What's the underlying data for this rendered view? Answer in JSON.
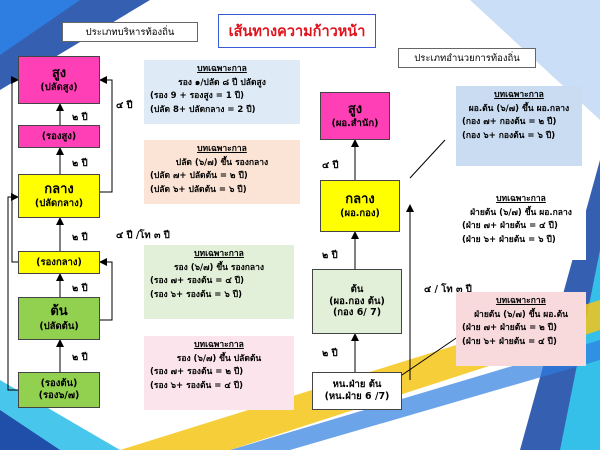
{
  "title": "เส้นทางความก้าวหน้า",
  "lanes": {
    "left": "ประเภทบริหารท้องถิ่น",
    "right": "ประเภทอำนวยการท้องถิ่น"
  },
  "left_ranks": {
    "high": {
      "main": "สูง",
      "sub": "(ปลัดสูง)"
    },
    "deputy_high": {
      "main": "(รองสูง)"
    },
    "mid": {
      "main": "กลาง",
      "sub": "(ปลัดกลาง)"
    },
    "deputy_mid": {
      "main": "(รองกลาง)"
    },
    "start": {
      "main": "ต้น",
      "sub": "(ปลัดต้น)"
    },
    "deputy_start": {
      "main": "(รองต้น)",
      "sub": "(รอง๖/๗)"
    }
  },
  "right_ranks": {
    "high": {
      "main": "สูง",
      "sub": "(ผอ.สำนัก)"
    },
    "mid": {
      "main": "กลาง",
      "sub": "(ผอ.กอง)"
    },
    "start": {
      "main": "ต้น",
      "sub": "(ผอ.กอง ต้น)",
      "sub2": "(กอง 6/ 7)"
    },
    "section": {
      "main": "หน.ฝ่าย ต้น",
      "sub": "(หน.ฝ่าย 6 /7)"
    }
  },
  "left_year_labels": {
    "y1": "๒ ปี",
    "y2": "๒ ปี",
    "y3": "๒ ปี",
    "y4": "๒ ปี",
    "y5": "๒ ปี",
    "side_high": "๔ ปี",
    "side_mid": "๔ ปี /โท ๓ ปี"
  },
  "right_year_labels": {
    "to_high": "๔ ปี",
    "to_mid": "๒ ปี",
    "to_start": "๒ ปี",
    "cross": "๔ / โท ๓ ปี"
  },
  "notes": {
    "left_high": {
      "head": "บทเฉพาะกาล",
      "sub": "รอง ๑/ปลัด ๘ ปี ปลัดสูง",
      "lines": [
        "(รอง 9 + รองสูง  = 1 ปี)",
        "(ปลัด 8+ ปลัดกลาง = 2 ปี)"
      ]
    },
    "left_mid": {
      "head": "บทเฉพาะกาล",
      "sub": "ปลัด (๖/๗)  ขึ้น  รองกลาง",
      "lines": [
        "(ปลัด ๗+ ปลัดต้น   = ๒ ปี)",
        "(ปลัด ๖+ ปลัดต้น   = ๖ ปี)"
      ]
    },
    "left_dep_mid": {
      "head": "บทเฉพาะกาล",
      "sub": "รอง (๖/๗)  ขึ้น  รองกลาง",
      "lines": [
        "(รอง ๗+ รองต้น    = ๔ ปี)",
        "(รอง ๖+ รองต้น    = ๖ ปี)"
      ]
    },
    "left_start": {
      "head": "บทเฉพาะกาล",
      "sub": "รอง (๖/๗)  ขึ้น  ปลัดต้น",
      "lines": [
        "(รอง ๗+ รองต้น    = ๒ ปี)",
        "(รอง ๖+ รองต้น    = ๔ ปี)"
      ]
    },
    "right_high": {
      "head": "บทเฉพาะกาล",
      "sub": "ผอ.ต้น (๖/๗)  ขึ้น ผอ.กลาง",
      "lines": [
        "(กอง ๗+ กองต้น   = ๒ ปี)",
        "(กอง ๖+ กองต้น   = ๖ ปี)"
      ]
    },
    "right_mid": {
      "head": "บทเฉพาะกาล",
      "sub": "ฝ่ายต้น (๖/๗) ขึ้น ผอ.กลาง",
      "lines": [
        "(ฝ่าย ๗+ ฝ่ายต้น  = ๔ ปี)",
        "(ฝ่าย ๖+ ฝ่ายต้น  = ๖ ปี)"
      ]
    },
    "right_start": {
      "head": "บทเฉพาะกาล",
      "sub": "ฝ่ายต้น (๖/๗) ขึ้น ผอ.ต้น",
      "lines": [
        "(ฝ่าย ๗+ ฝ่ายต้น  = ๒ ปี)",
        "(ฝ่าย ๖+ ฝ่ายต้น  = ๔ ปี)"
      ]
    }
  }
}
